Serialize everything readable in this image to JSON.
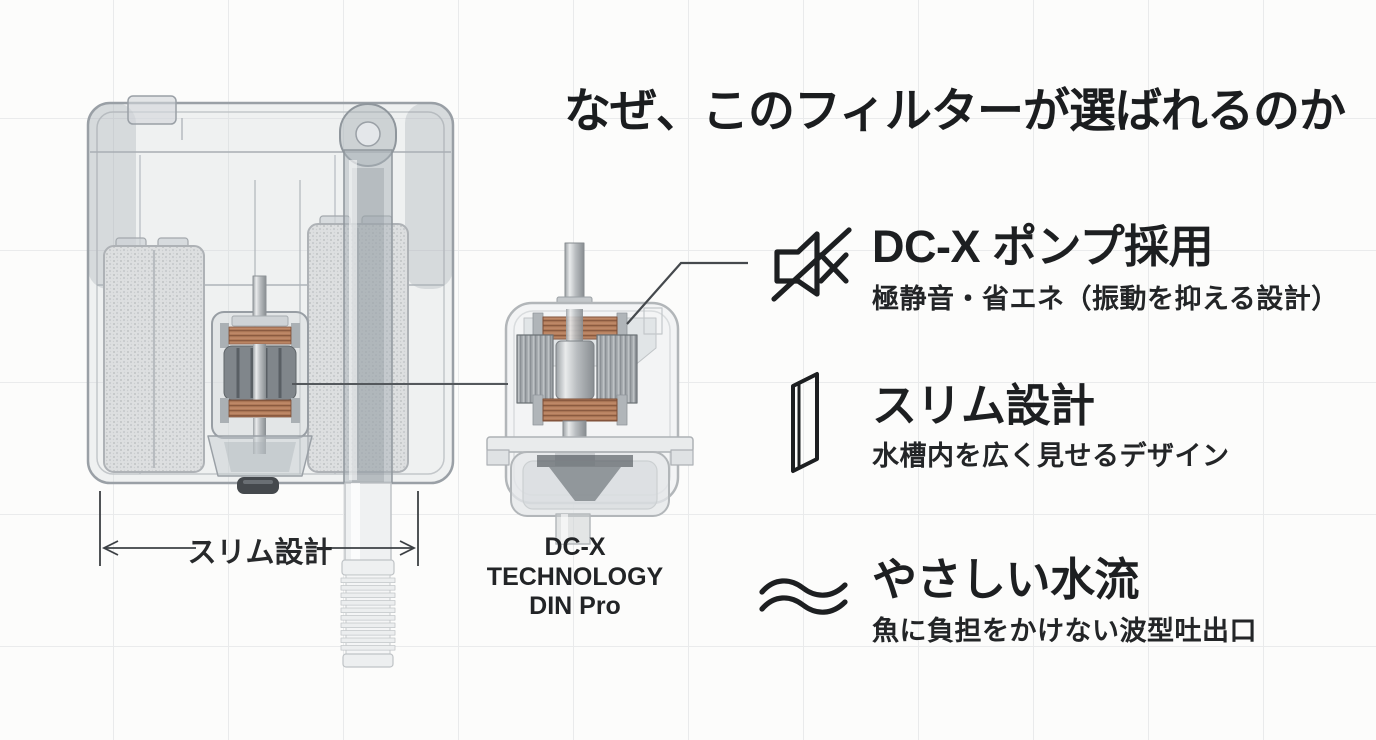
{
  "title": "なぜ、このフィルターが選ばれるのか",
  "diagram": {
    "slim_dimension_label": "スリム設計",
    "motor_caption_line1": "DC-X TECHNOLOGY",
    "motor_caption_line2": "DIN Pro"
  },
  "features": [
    {
      "icon": "muted-speaker-icon",
      "heading": "DC-X ポンプ採用",
      "description": "極静音・省エネ（振動を抑える設計）"
    },
    {
      "icon": "slim-panel-icon",
      "heading": "スリム設計",
      "description": "水槽内を広く見せるデザイン"
    },
    {
      "icon": "gentle-waves-icon",
      "heading": "やさしい水流",
      "description": "魚に負担をかけない波型吐出口"
    }
  ],
  "colors": {
    "background": "#fcfcfb",
    "grid_line": "#e9eaeb",
    "text": "#1d1f21",
    "callout_line": "#45494d",
    "copper_coil": "#a96f4f",
    "illustration_outline": "#9aa0a6"
  }
}
